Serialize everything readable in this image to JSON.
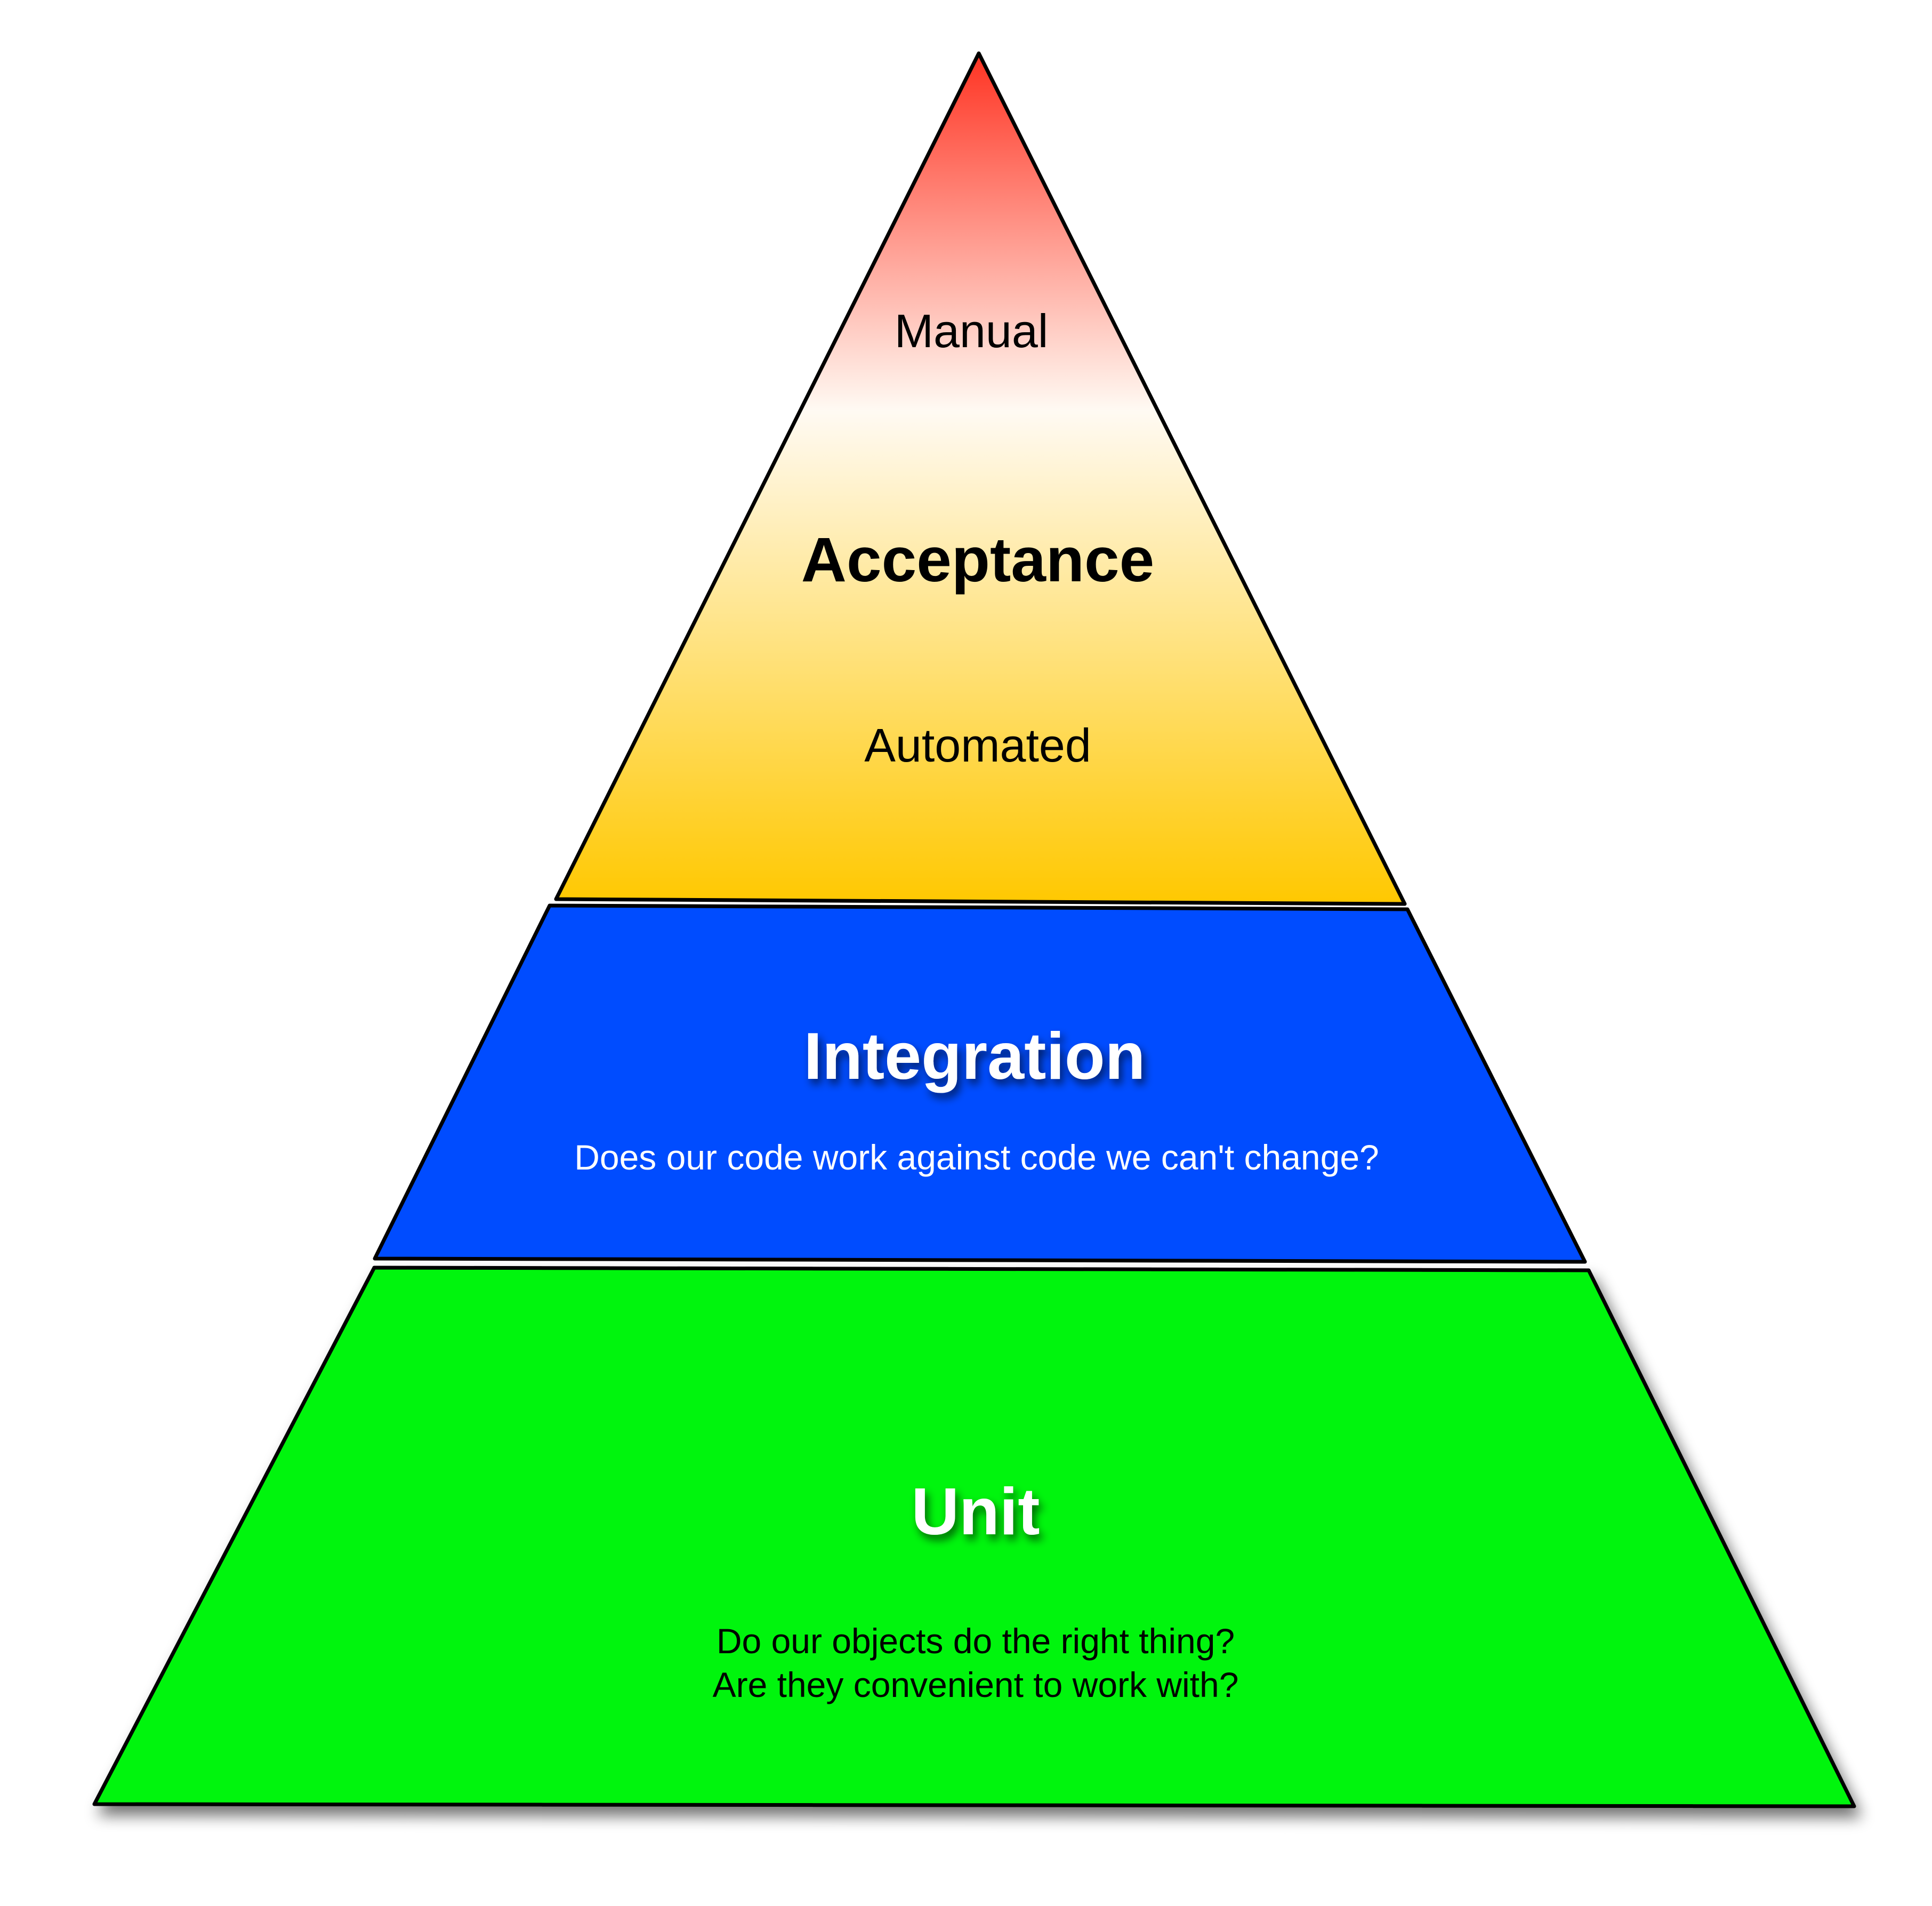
{
  "diagram": {
    "type": "test-pyramid",
    "layers": [
      {
        "id": "acceptance",
        "title": "Acceptance",
        "top_note": "Manual",
        "bottom_note": "Automated",
        "fill_top": "#ff3322",
        "fill_mid": "#fffaf3",
        "fill_bottom": "#ffc800",
        "text_color": "#000000"
      },
      {
        "id": "integration",
        "title": "Integration",
        "description": "Does our code work against code we can't change?",
        "fill": "#004cff",
        "text_color": "#ffffff"
      },
      {
        "id": "unit",
        "title": "Unit",
        "description_line1": "Do our objects do the right thing?",
        "description_line2": "Are they convenient to work with?",
        "fill": "#00f50a",
        "title_color": "#ffffff",
        "text_color": "#000000"
      }
    ],
    "outline_color": "#000000"
  }
}
